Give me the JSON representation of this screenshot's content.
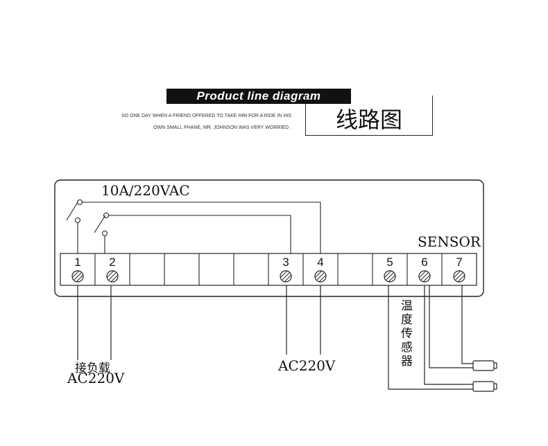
{
  "header": {
    "title": "Product line diagram",
    "subtitle_line1": "SO ONE DAY WHEN A FRIEND OFFERED TO TAKE HIM FOR A RIDE IN HIS",
    "subtitle_line2": "OWN SMALL PHANE, MR. JOHNSON WAS VERY WORRIED .",
    "chinese_title": "线路图"
  },
  "diagram": {
    "rating_label": "10A/220VAC",
    "sensor_label": "SENSOR",
    "terminals": [
      "1",
      "2",
      "",
      "",
      "",
      "",
      "3",
      "4",
      "",
      "5",
      "6",
      "7"
    ],
    "load_label": "接负载",
    "load_voltage": "AC220V",
    "power_voltage": "AC220V",
    "temp_sensor_label": "温度传感器"
  }
}
